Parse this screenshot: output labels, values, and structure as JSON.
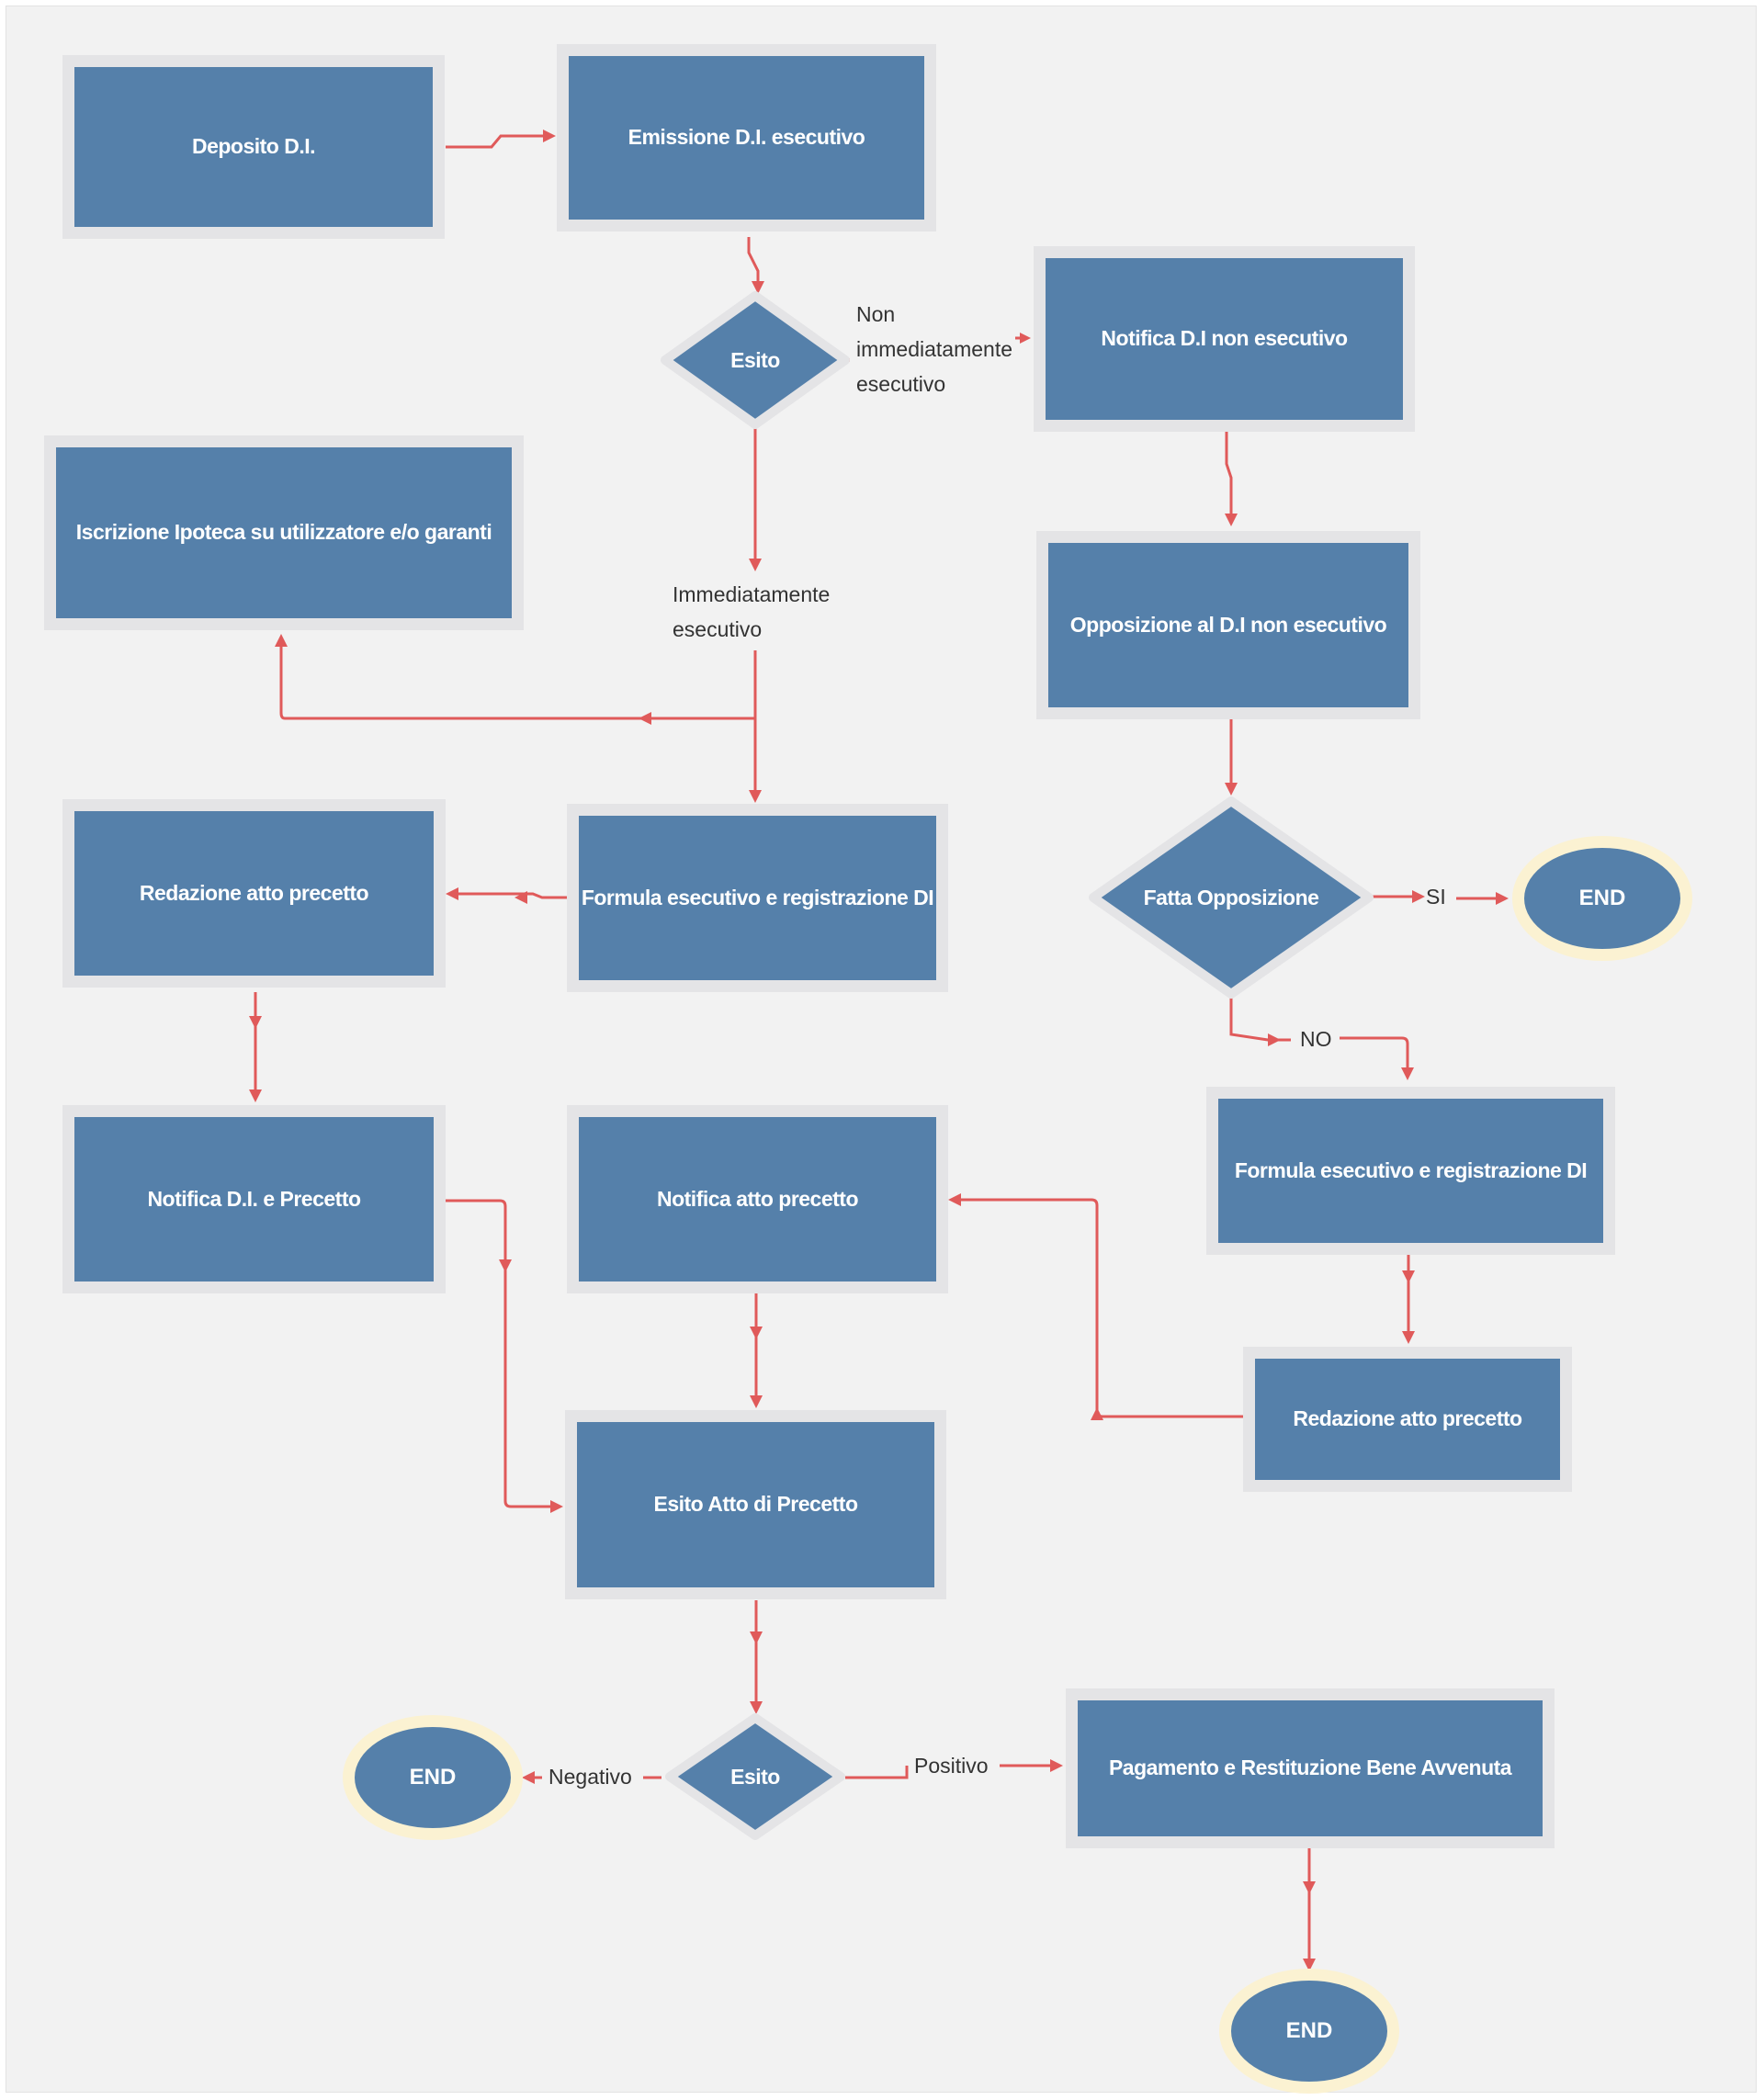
{
  "nodes": {
    "deposito": "Deposito D.I.",
    "emissione": "Emissione D.I. esecutivo",
    "esito_top": "Esito",
    "notifica_non_esecutivo": "Notifica D.I non esecutivo",
    "iscrizione_ipoteca": "Iscrizione Ipoteca su utilizzatore e/o garanti",
    "opposizione": "Opposizione al D.I non esecutivo",
    "redazione_left": "Redazione atto precetto",
    "formula_center": "Formula esecutivo e registrazione DI",
    "fatta_opposizione": "Fatta Opposizione",
    "end_si": "END",
    "notifica_di_precetto": "Notifica D.I. e Precetto",
    "notifica_atto_precetto": "Notifica atto precetto",
    "formula_right": "Formula esecutivo e registrazione DI",
    "redazione_right": "Redazione atto precetto",
    "esito_atto_precetto": "Esito Atto di Precetto",
    "end_negativo": "END",
    "esito_bottom": "Esito",
    "pagamento": "Pagamento e Restituzione Bene Avvenuta",
    "end_final": "END"
  },
  "edge_labels": {
    "non_immediatamente": [
      "Non",
      "immediatamente",
      "esecutivo"
    ],
    "immediatamente": [
      "Immediatamente",
      "esecutivo"
    ],
    "si": "SI",
    "no": "NO",
    "negativo": "Negativo",
    "positivo": "Positivo"
  },
  "colors": {
    "node_fill": "#5580aa",
    "node_border": "#e4e4e6",
    "terminal_border": "#fbf2d2",
    "connector": "#e05a5a",
    "background": "#f2f2f2"
  }
}
